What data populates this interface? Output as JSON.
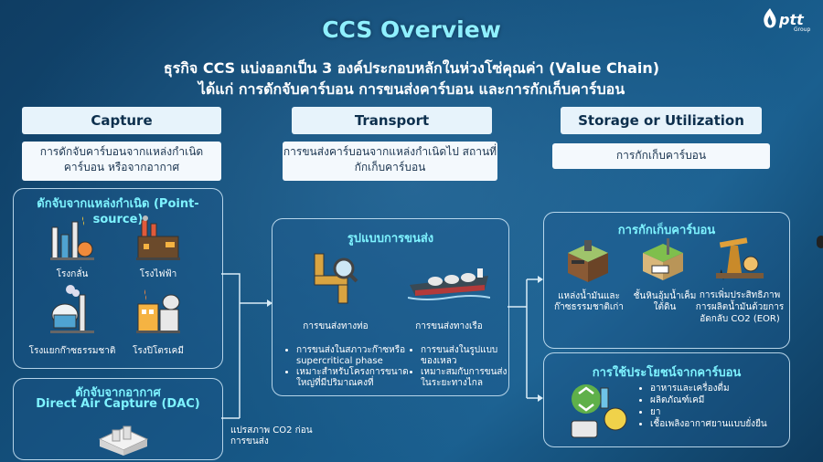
{
  "title": "CCS Overview",
  "subtitle_line1": "ธุรกิจ CCS แบ่งออกเป็น 3 องค์ประกอบหลักในห่วงโซ่คุณค่า (Value Chain)",
  "subtitle_line2": "ได้แก่ การดักจับคาร์บอน การขนส่งคาร์บอน และการกักเก็บคาร์บอน",
  "logo": {
    "text": "ptt",
    "sub": "Group"
  },
  "capture": {
    "header": "Capture",
    "desc": "การดักจับคาร์บอนจากแหล่งกำเนิด คาร์บอน หรือจากอากาศ",
    "point_source": {
      "title": "ดักจับจากแหล่งกำเนิด (Point-source)",
      "items": [
        "โรงกลั่น",
        "โรงไฟฟ้า",
        "โรงแยกก๊าซธรรมชาติ",
        "โรงปิโตรเคมี"
      ]
    },
    "dac": {
      "title_line1": "ดักจับจากอากาศ",
      "title_line2": "Direct Air Capture (DAC)"
    },
    "convert_note": "แปรสภาพ CO2 ก่อนการขนส่ง"
  },
  "transport": {
    "header": "Transport",
    "desc": "การขนส่งคาร์บอนจากแหล่งกำเนิดไป สถานที่กักเก็บคาร์บอน",
    "panel_title": "รูปแบบการขนส่ง",
    "pipe": {
      "label": "การขนส่งทางท่อ",
      "bullets": [
        "การขนส่งในสภาวะก๊าซหรือ supercritical phase",
        "เหมาะสำหรับโครงการขนาดใหญ่ที่มีปริมาณคงที่"
      ]
    },
    "ship": {
      "label": "การขนส่งทางเรือ",
      "bullets": [
        "การขนส่งในรูปแบบของเหลว",
        "เหมาะสมกับการขนส่งในระยะทางไกล"
      ]
    }
  },
  "storage": {
    "header": "Storage or Utilization",
    "desc": "การกักเก็บคาร์บอน",
    "storage_panel": {
      "title": "การกักเก็บคาร์บอน",
      "items": [
        "แหล่งน้ำมันและก๊าซธรรมชาติเก่า",
        "ชั้นหินอุ้มน้ำเค็มใต้ดิน",
        "การเพิ่มประสิทธิภาพการผลิตน้ำมันด้วยการอัดกลับ CO2 (EOR)"
      ]
    },
    "util_panel": {
      "title": "การใช้ประโยชน์จากคาร์บอน",
      "bullets": [
        "อาหารและเครื่องดื่ม",
        "ผลิตภัณฑ์เคมี",
        "ยา",
        "เชื้อเพลิงอากาศยานแบบยั่งยืน"
      ]
    }
  },
  "colors": {
    "accent": "#7ef3ff",
    "header_bg": "#e7f3fb",
    "bg": "#14527f"
  }
}
